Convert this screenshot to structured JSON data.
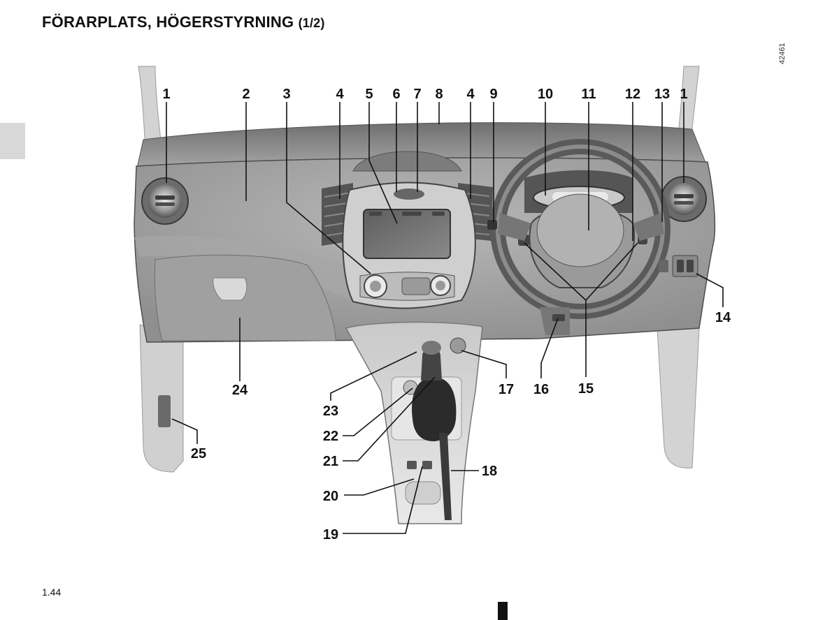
{
  "title": "FÖRARPLATS, HÖGERSTYRNING",
  "title_part": "(1/2)",
  "image_code": "42461",
  "page_number": "1.44",
  "callouts": {
    "top": [
      "1",
      "2",
      "3",
      "4",
      "5",
      "6",
      "7",
      "8",
      "4",
      "9",
      "10",
      "11",
      "12",
      "13",
      "1"
    ],
    "n14": "14",
    "n15": "15",
    "n16": "16",
    "n17": "17",
    "n18": "18",
    "n19": "19",
    "n20": "20",
    "n21": "21",
    "n22": "22",
    "n23": "23",
    "n24": "24",
    "n25": "25"
  }
}
